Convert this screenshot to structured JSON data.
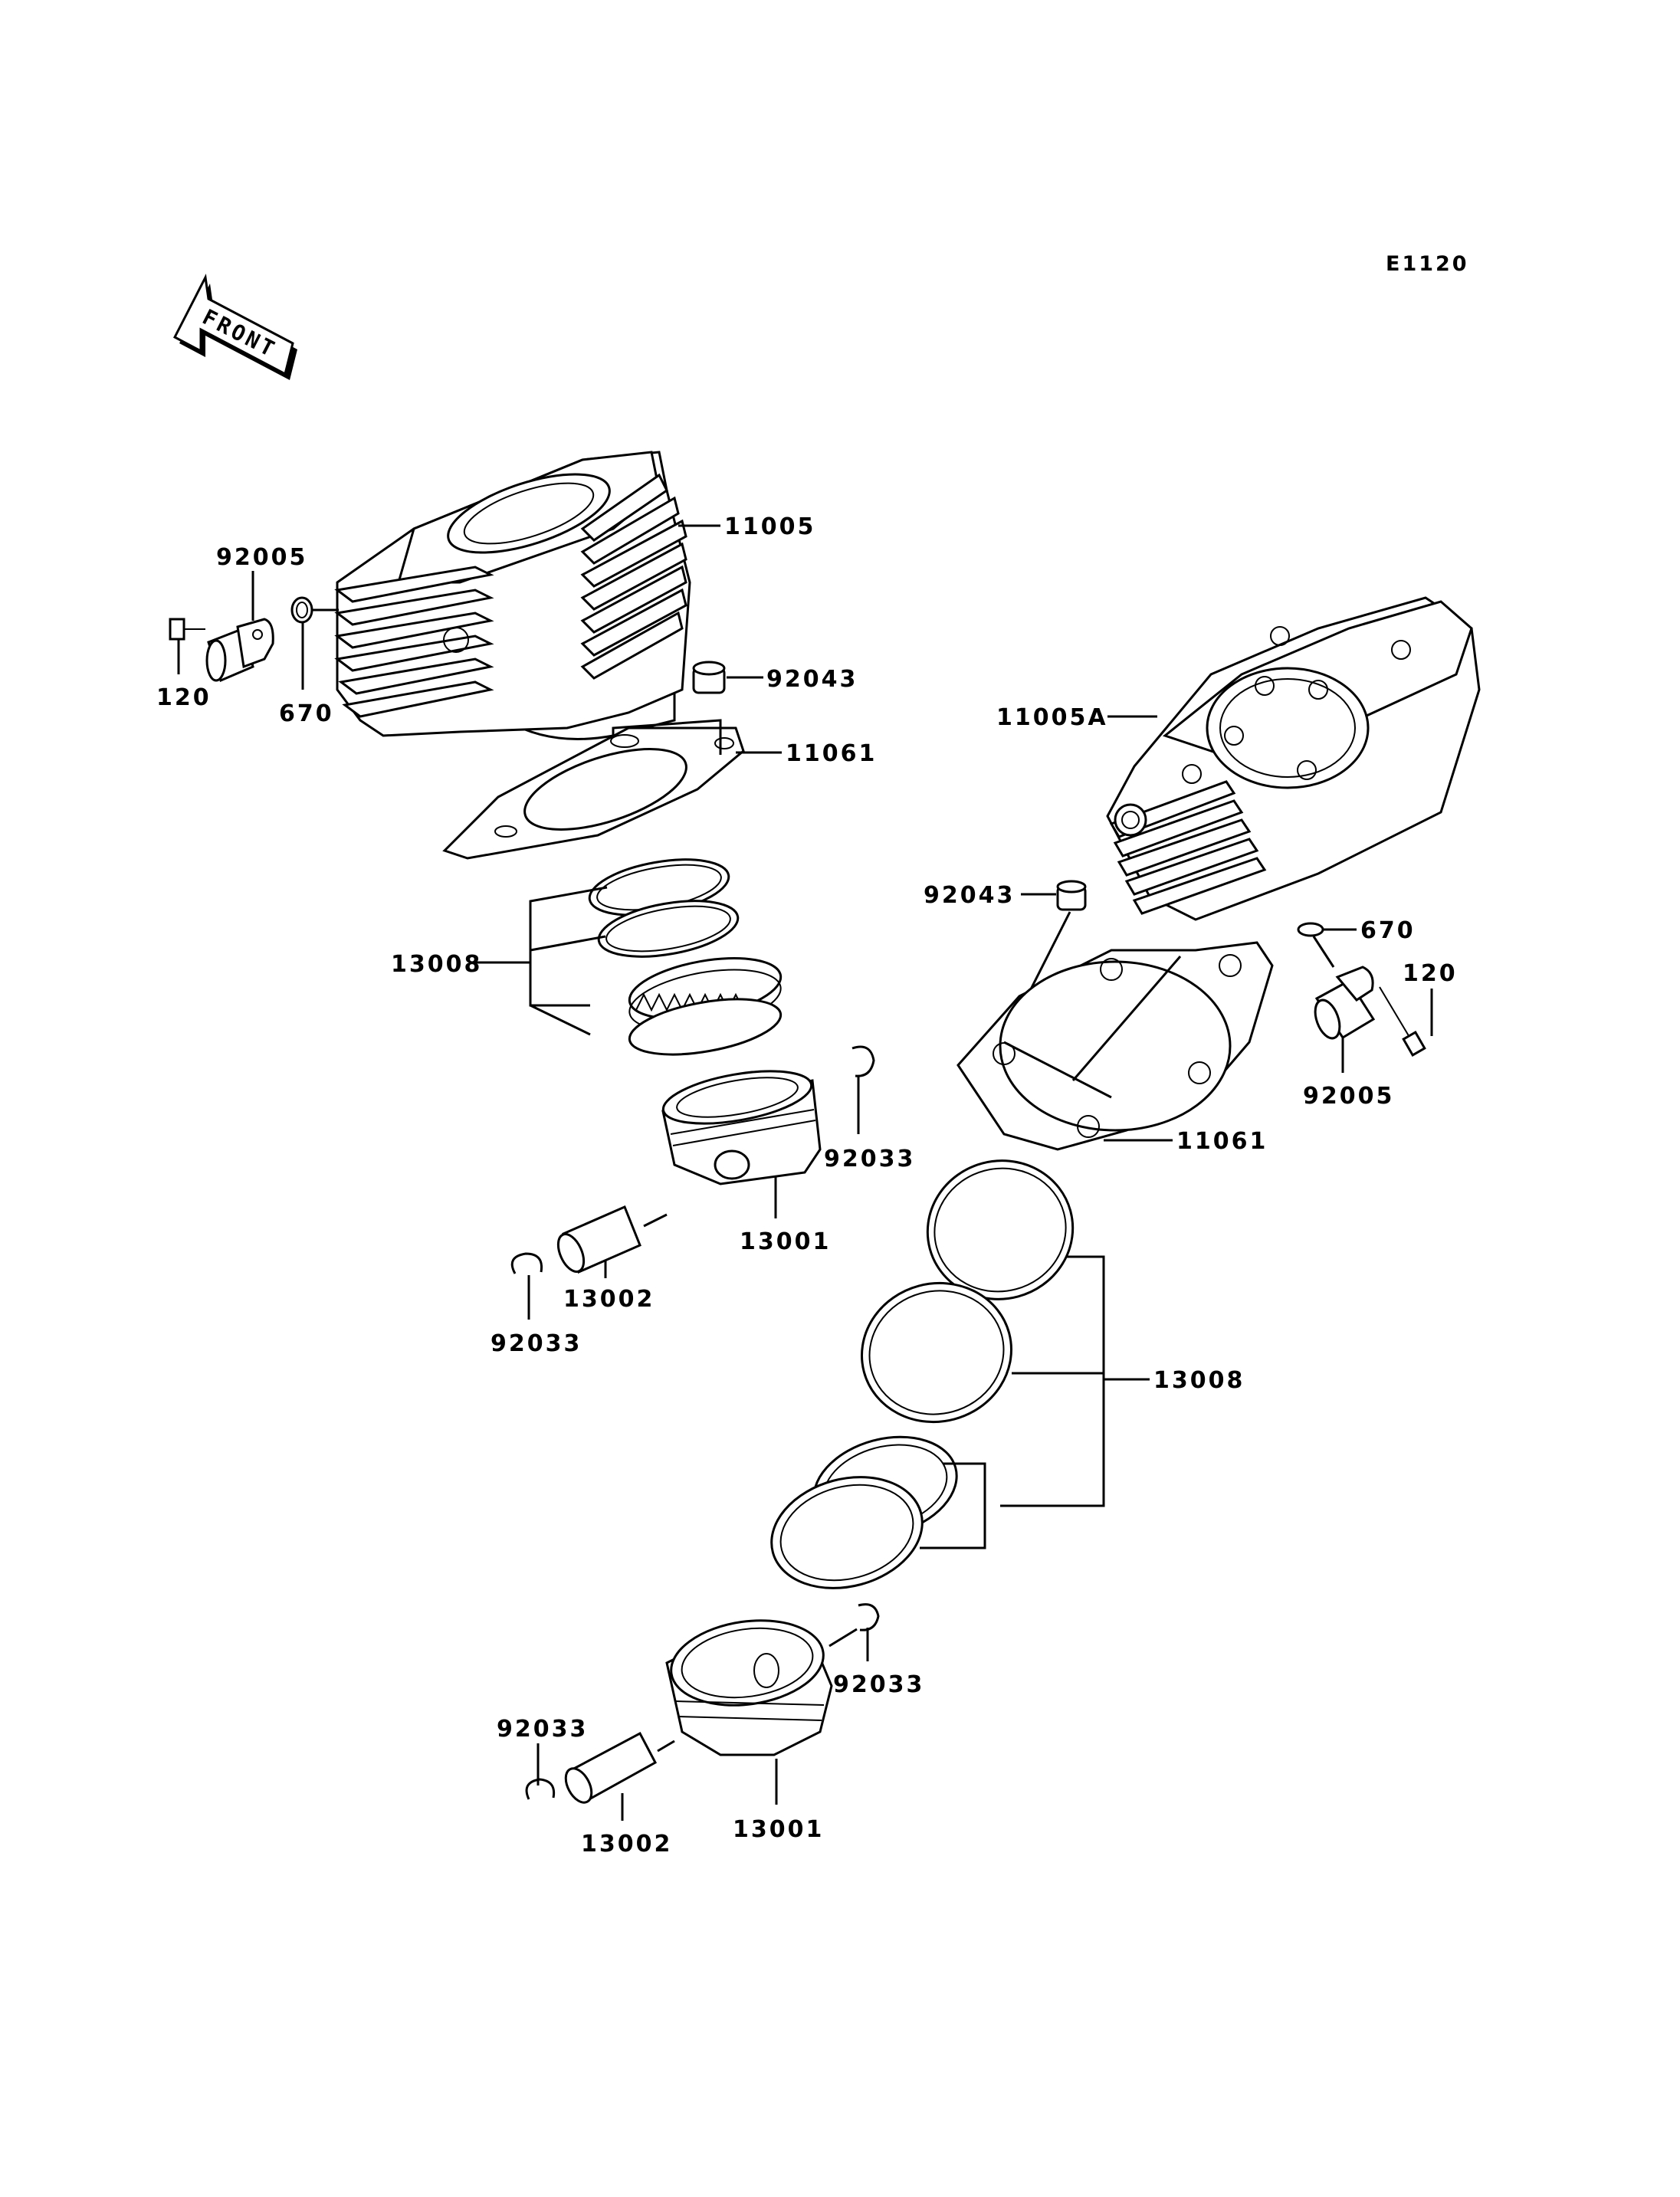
{
  "diagram_code": "E1120",
  "front_arrow": {
    "text": "FRONT"
  },
  "labels": {
    "cyl_rear": "11005",
    "cyl_front": "11005A",
    "water_pipe_left": "92005",
    "water_pipe_right": "92005",
    "bolt_left": "120",
    "bolt_right": "120",
    "oring_left": "670",
    "oring_right": "670",
    "dowel_left": "92043",
    "dowel_right": "92043",
    "gasket_left": "11061",
    "gasket_right": "11061",
    "rings_left": "13008",
    "rings_right": "13008",
    "circlip_top_left": "92033",
    "circlip_bottom_left": "92033",
    "circlip_top_right": "92033",
    "circlip_bottom_right": "92033",
    "piston_left": "13001",
    "piston_right": "13001",
    "pin_left": "13002",
    "pin_right": "13002"
  }
}
